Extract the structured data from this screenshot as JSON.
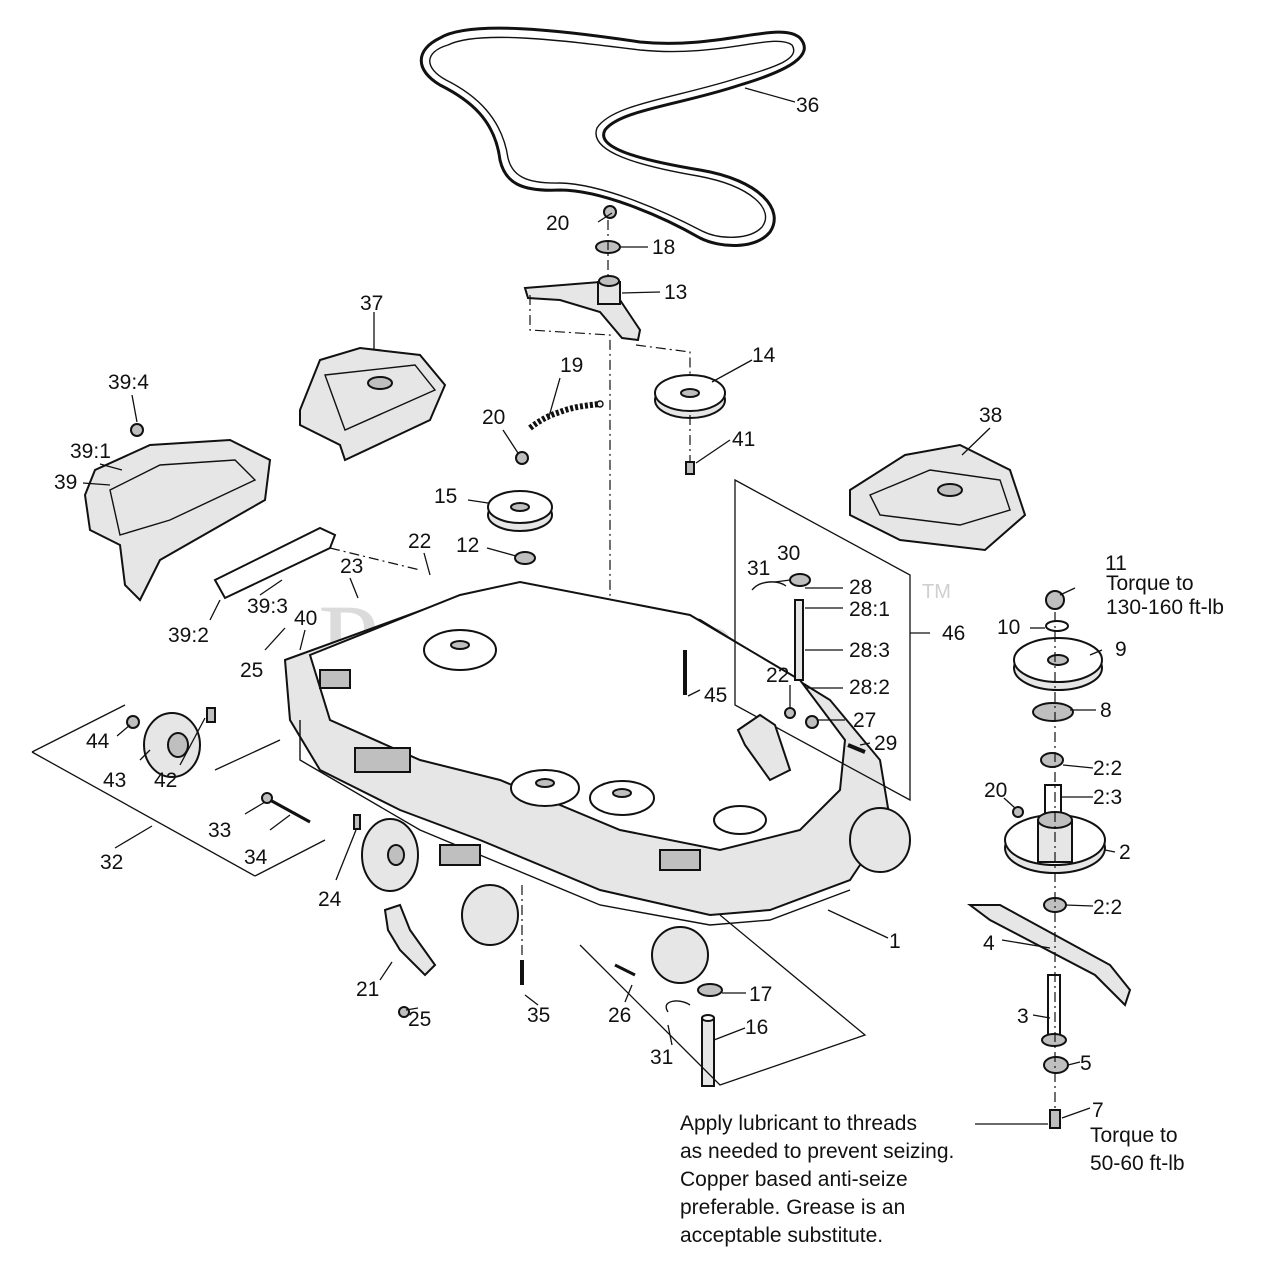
{
  "watermark": {
    "text": "PartsTree",
    "trademark": "TM"
  },
  "callouts": [
    {
      "id": "c-36",
      "text": "36"
    },
    {
      "id": "c-20a",
      "text": "20"
    },
    {
      "id": "c-18",
      "text": "18"
    },
    {
      "id": "c-13",
      "text": "13"
    },
    {
      "id": "c-37",
      "text": "37"
    },
    {
      "id": "c-19",
      "text": "19"
    },
    {
      "id": "c-14",
      "text": "14"
    },
    {
      "id": "c-20b",
      "text": "20"
    },
    {
      "id": "c-41",
      "text": "41"
    },
    {
      "id": "c-38",
      "text": "38"
    },
    {
      "id": "c-39-4",
      "text": "39:4"
    },
    {
      "id": "c-39-1",
      "text": "39:1"
    },
    {
      "id": "c-39",
      "text": "39"
    },
    {
      "id": "c-15",
      "text": "15"
    },
    {
      "id": "c-12",
      "text": "12"
    },
    {
      "id": "c-22a",
      "text": "22"
    },
    {
      "id": "c-23",
      "text": "23"
    },
    {
      "id": "c-31a",
      "text": "31"
    },
    {
      "id": "c-30",
      "text": "30"
    },
    {
      "id": "c-28",
      "text": "28"
    },
    {
      "id": "c-28-1",
      "text": "28:1"
    },
    {
      "id": "c-11",
      "text": "11"
    },
    {
      "id": "c-39-3",
      "text": "39:3"
    },
    {
      "id": "c-40",
      "text": "40"
    },
    {
      "id": "c-39-2",
      "text": "39:2"
    },
    {
      "id": "c-25a",
      "text": "25"
    },
    {
      "id": "c-10",
      "text": "10"
    },
    {
      "id": "c-46",
      "text": "46"
    },
    {
      "id": "c-28-3",
      "text": "28:3"
    },
    {
      "id": "c-9",
      "text": "9"
    },
    {
      "id": "c-22b",
      "text": "22"
    },
    {
      "id": "c-28-2",
      "text": "28:2"
    },
    {
      "id": "c-45",
      "text": "45"
    },
    {
      "id": "c-8",
      "text": "8"
    },
    {
      "id": "c-27",
      "text": "27"
    },
    {
      "id": "c-44",
      "text": "44"
    },
    {
      "id": "c-29",
      "text": "29"
    },
    {
      "id": "c-43",
      "text": "43"
    },
    {
      "id": "c-42",
      "text": "42"
    },
    {
      "id": "c-2-2a",
      "text": "2:2"
    },
    {
      "id": "c-2-3",
      "text": "2:3"
    },
    {
      "id": "c-20c",
      "text": "20"
    },
    {
      "id": "c-33",
      "text": "33"
    },
    {
      "id": "c-34",
      "text": "34"
    },
    {
      "id": "c-2",
      "text": "2"
    },
    {
      "id": "c-32",
      "text": "32"
    },
    {
      "id": "c-24",
      "text": "24"
    },
    {
      "id": "c-2-2b",
      "text": "2:2"
    },
    {
      "id": "c-1",
      "text": "1"
    },
    {
      "id": "c-4",
      "text": "4"
    },
    {
      "id": "c-21",
      "text": "21"
    },
    {
      "id": "c-17",
      "text": "17"
    },
    {
      "id": "c-25b",
      "text": "25"
    },
    {
      "id": "c-35",
      "text": "35"
    },
    {
      "id": "c-26",
      "text": "26"
    },
    {
      "id": "c-3",
      "text": "3"
    },
    {
      "id": "c-16",
      "text": "16"
    },
    {
      "id": "c-31b",
      "text": "31"
    },
    {
      "id": "c-5",
      "text": "5"
    },
    {
      "id": "c-7",
      "text": "7"
    }
  ],
  "torque_notes": {
    "item11": [
      "Torque to",
      "130-160 ft-lb"
    ],
    "item7": [
      "Torque to",
      "50-60 ft-lb"
    ]
  },
  "lubricant_note": [
    "Apply lubricant to threads",
    "as needed to prevent seizing.",
    "Copper  based anti-seize",
    "preferable. Grease is an",
    "acceptable substitute."
  ]
}
